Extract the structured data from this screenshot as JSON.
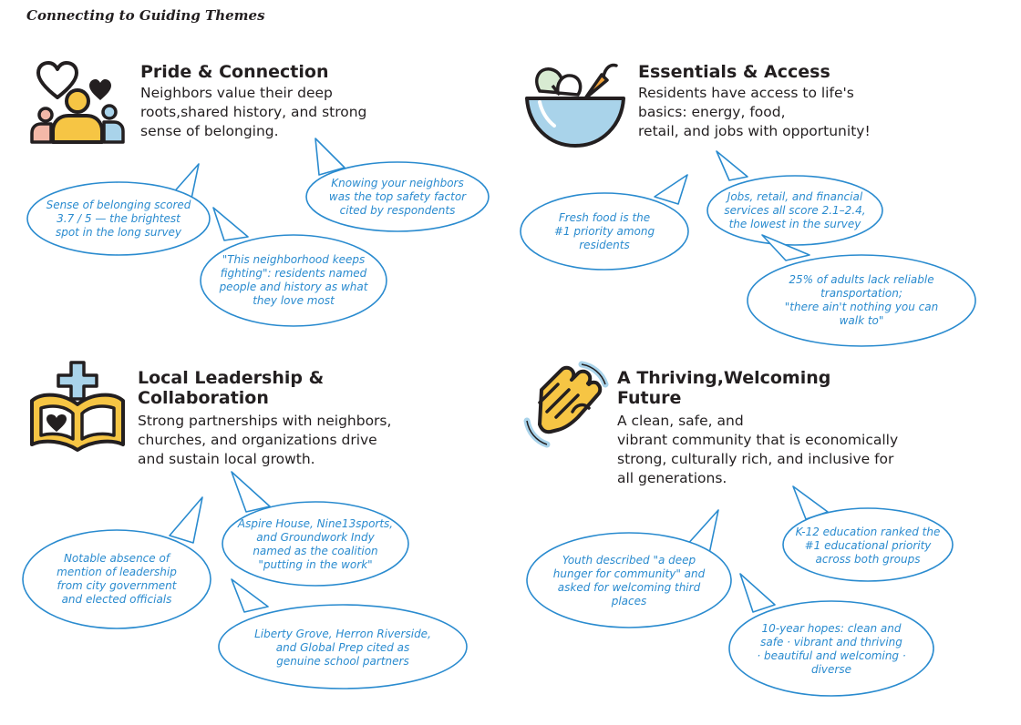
{
  "page": {
    "title": "Connecting to Guiding Themes"
  },
  "colors": {
    "bubble_stroke": "#2a8bcf",
    "bubble_text": "#2a8bcf",
    "icon_outline": "#231f20",
    "icon_yellow": "#f6c544",
    "icon_blue": "#a9d3ea",
    "icon_pink": "#f3b8a8",
    "icon_orange": "#f2a33a",
    "icon_green": "#d8ebd2"
  },
  "themes": [
    {
      "icon": "community-people-icon",
      "title": "Pride & Connection",
      "description": "Neighbors value their deep\nroots,shared history, and strong\nsense of belonging.",
      "bubbles": [
        "Sense of belonging scored\n3.7 / 5 — the brightest\nspot in the long survey",
        "Knowing your neighbors\nwas the top safety factor\ncited by respondents",
        "\"This neighborhood keeps\nfighting\": residents named\npeople and history as what\nthey love most"
      ]
    },
    {
      "icon": "food-bowl-icon",
      "title": "Essentials & Access",
      "description": "Residents have access to life's\nbasics: energy, food,\nretail, and jobs with opportunity!",
      "bubbles": [
        "Fresh food is the\n#1 priority among\nresidents",
        "Jobs, retail, and financial\nservices all score 2.1–2.4,\nthe lowest in the survey",
        "25% of adults lack reliable\ntransportation;\n\"there ain't nothing you can\nwalk to\""
      ]
    },
    {
      "icon": "church-book-icon",
      "title": "Local Leadership &\nCollaboration",
      "description": "Strong partnerships with neighbors,\nchurches, and organizations drive\nand sustain local growth.",
      "bubbles": [
        "Notable absence of\nmention of leadership\nfrom city government\nand elected officials",
        "Aspire House, Nine13sports,\nand Groundwork Indy\nnamed as the coalition\n\"putting in the work\"",
        "Liberty Grove, Herron Riverside,\nand Global Prep cited as\ngenuine school partners"
      ]
    },
    {
      "icon": "waving-hand-icon",
      "title": "A Thriving,Welcoming\nFuture",
      "description": "A clean, safe, and\nvibrant community that is economically\nstrong, culturally rich, and inclusive for\nall generations.",
      "bubbles": [
        "K-12 education ranked the\n#1 educational priority\nacross both groups",
        "Youth described \"a deep\nhunger for community\" and\nasked for welcoming third\nplaces",
        "10-year hopes: clean and\nsafe · vibrant and thriving\n· beautiful and welcoming ·\ndiverse"
      ]
    }
  ]
}
